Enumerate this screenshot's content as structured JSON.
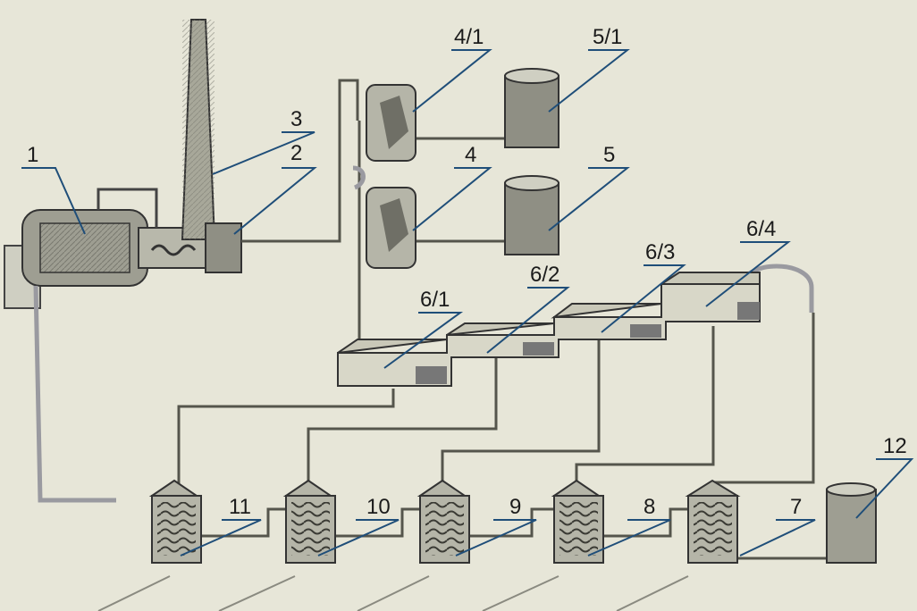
{
  "labels": {
    "l1": "1",
    "l2": "2",
    "l3": "3",
    "l4": "4",
    "l4_1": "4/1",
    "l5": "5",
    "l5_1": "5/1",
    "l6_1": "6/1",
    "l6_2": "6/2",
    "l6_3": "6/3",
    "l6_4": "6/4",
    "l7": "7",
    "l8": "8",
    "l9": "9",
    "l10": "10",
    "l11": "11",
    "l12": "12"
  }
}
